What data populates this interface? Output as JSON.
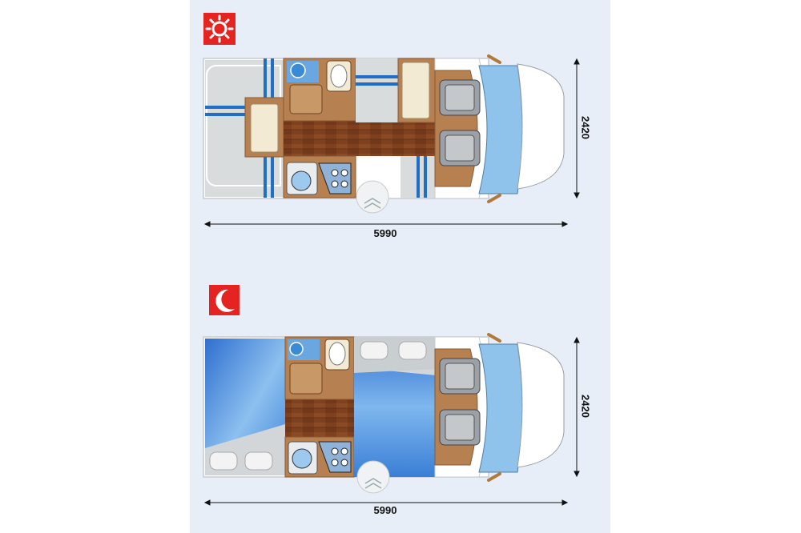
{
  "plans": [
    {
      "mode": "day",
      "mode_icon": "sun-icon",
      "length_label": "5990",
      "width_label": "2420"
    },
    {
      "mode": "night",
      "mode_icon": "moon-icon",
      "length_label": "5990",
      "width_label": "2420"
    }
  ],
  "colors": {
    "panel_bg": "#e7eef8",
    "icon_red": "#e52421",
    "wood": "#b78050",
    "floor_dark": "#7a3e1c",
    "cushion_grey": "#d9dcdc",
    "stripe_blue": "#1f6fc4",
    "bed_blue": "#4a8fdc",
    "cab_blue": "#8fc3ec"
  }
}
